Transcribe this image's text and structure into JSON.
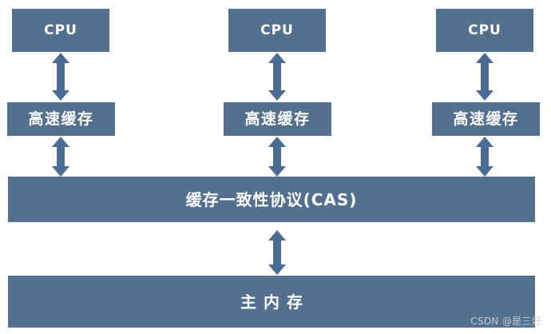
{
  "diagram": {
    "title": "CPU cache coherence architecture",
    "accent_color": "#53718f",
    "text_color": "#ffffff",
    "background_color": "#ffffff",
    "columns": [
      {
        "cpu_label": "CPU",
        "cache_label": "高速缓存"
      },
      {
        "cpu_label": "CPU",
        "cache_label": "高速缓存"
      },
      {
        "cpu_label": "CPU",
        "cache_label": "高速缓存"
      }
    ],
    "protocol_bar": {
      "label": "缓存一致性协议(CAS)"
    },
    "memory_bar": {
      "label": "主内存"
    },
    "connectors": [
      {
        "name": "cpu-to-cache-1",
        "type": "double-arrow-vertical"
      },
      {
        "name": "cpu-to-cache-2",
        "type": "double-arrow-vertical"
      },
      {
        "name": "cpu-to-cache-3",
        "type": "double-arrow-vertical"
      },
      {
        "name": "cache-to-protocol-1",
        "type": "double-arrow-vertical"
      },
      {
        "name": "cache-to-protocol-2",
        "type": "double-arrow-vertical"
      },
      {
        "name": "cache-to-protocol-3",
        "type": "double-arrow-vertical"
      },
      {
        "name": "protocol-to-memory",
        "type": "double-arrow-vertical"
      }
    ],
    "watermark": {
      "text": "CSDN @是三好"
    }
  }
}
